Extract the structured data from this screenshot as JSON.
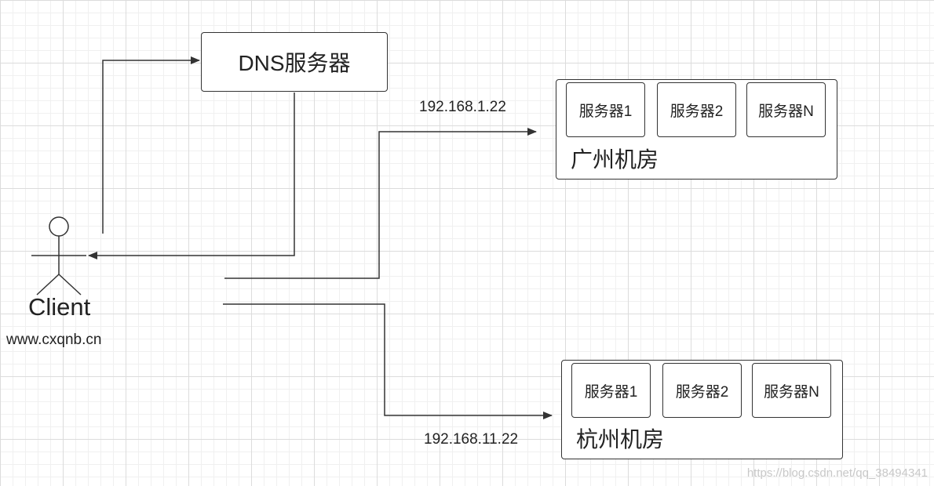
{
  "dns_server": {
    "label": "DNS服务器"
  },
  "client": {
    "label": "Client",
    "domain": "www.cxqnb.cn"
  },
  "rooms": [
    {
      "name": "广州机房",
      "ip": "192.168.1.22",
      "servers": [
        "服务器1",
        "服务器2",
        "服务器N"
      ]
    },
    {
      "name": "杭州机房",
      "ip": "192.168.11.22",
      "servers": [
        "服务器1",
        "服务器2",
        "服务器N"
      ]
    }
  ],
  "watermark": "https://blog.csdn.net/qq_38494341",
  "colors": {
    "stroke": "#333333",
    "grid_major": "#dcdcdc",
    "grid_minor": "#f0f0f0"
  }
}
